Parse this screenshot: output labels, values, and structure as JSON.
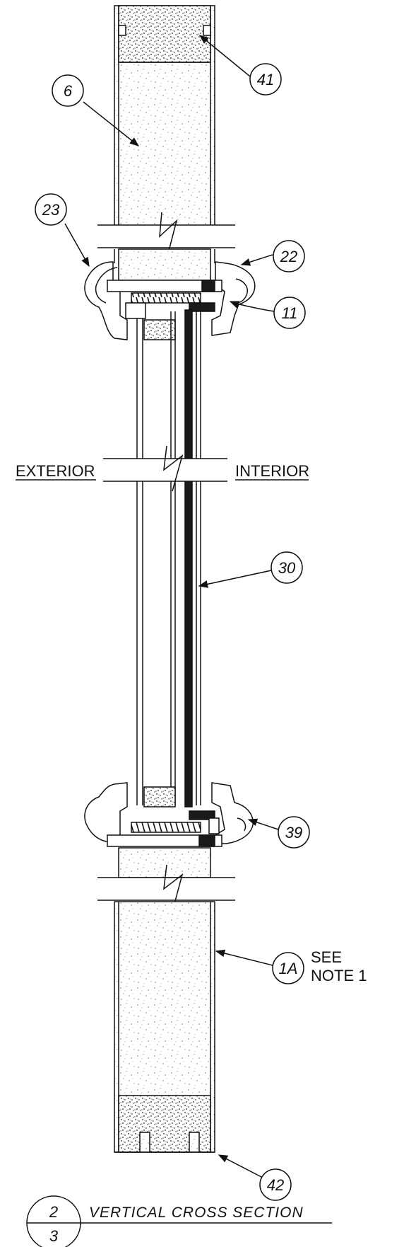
{
  "drawing": {
    "side_labels": {
      "exterior": "EXTERIOR",
      "interior": "INTERIOR"
    },
    "callouts": [
      {
        "id": "41"
      },
      {
        "id": "6"
      },
      {
        "id": "23"
      },
      {
        "id": "22"
      },
      {
        "id": "11"
      },
      {
        "id": "30"
      },
      {
        "id": "39"
      },
      {
        "id": "1A"
      },
      {
        "id": "42"
      }
    ],
    "note": {
      "line1": "SEE",
      "line2": "NOTE 1"
    },
    "section_title": {
      "number_top": "2",
      "number_bottom": "3",
      "text": "VERTICAL CROSS SECTION"
    },
    "colors": {
      "ink": "#111111",
      "fill_dark": "#1a1a1a",
      "paper": "#ffffff"
    }
  }
}
